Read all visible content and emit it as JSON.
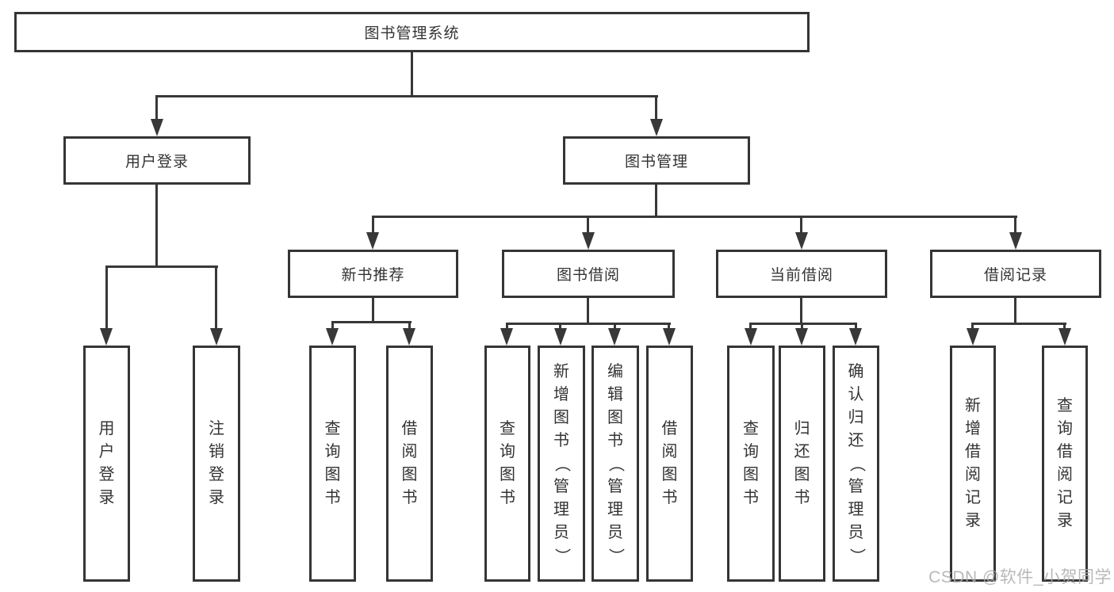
{
  "tree": {
    "root": {
      "label": "图书管理系统"
    },
    "branches": [
      {
        "label": "用户登录",
        "children": [
          {
            "label": "用户登录"
          },
          {
            "label": "注销登录"
          }
        ]
      },
      {
        "label": "图书管理",
        "children": [
          {
            "label": "新书推荐",
            "children": [
              {
                "label": "查询图书"
              },
              {
                "label": "借阅图书"
              }
            ]
          },
          {
            "label": "图书借阅",
            "children": [
              {
                "label": "查询图书"
              },
              {
                "label": "新增图书（管理员）"
              },
              {
                "label": "编辑图书（管理员）"
              },
              {
                "label": "借阅图书"
              }
            ]
          },
          {
            "label": "当前借阅",
            "children": [
              {
                "label": "查询图书"
              },
              {
                "label": "归还图书"
              },
              {
                "label": "确认归还（管理员）"
              }
            ]
          },
          {
            "label": "借阅记录",
            "children": [
              {
                "label": "新增借阅记录"
              },
              {
                "label": "查询借阅记录"
              }
            ]
          }
        ]
      }
    ]
  },
  "watermark": {
    "text": "CSDN @软件_小贺同学"
  },
  "colors": {
    "line": "#383838",
    "border": "#353535",
    "text": "#333333",
    "background": "#ffffff",
    "watermark": "#acacac"
  }
}
